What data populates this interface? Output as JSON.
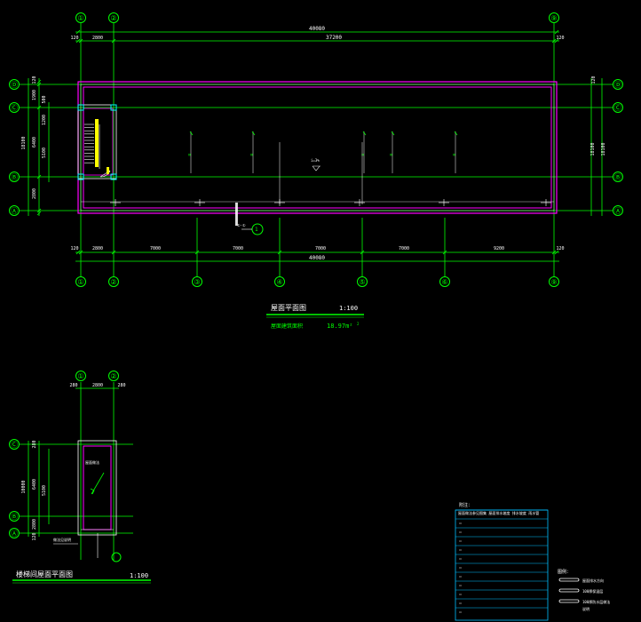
{
  "main_plan": {
    "top_axes": [
      "①",
      "②",
      "⑨"
    ],
    "bottom_axes": [
      "①",
      "②",
      "③",
      "④",
      "⑤",
      "⑥",
      "⑨"
    ],
    "row_axes": [
      "Ⓓ",
      "Ⓒ",
      "Ⓑ",
      "Ⓐ"
    ],
    "top_overall": "40080",
    "top_dims": [
      "120",
      "2800",
      "37200",
      "120"
    ],
    "bottom_overall": "40080",
    "bottom_dims": [
      "120",
      "2800",
      "7000",
      "7000",
      "7000",
      "7000",
      "9200",
      "120"
    ],
    "left_total": "18100",
    "left_dims_a": [
      "120",
      "1900",
      "6400",
      "2800"
    ],
    "left_dims_b": [
      "500",
      "1200",
      "5100"
    ],
    "right_dims": [
      "120",
      "18100",
      "18100"
    ],
    "title": "屋面平面图",
    "scale": "1:100",
    "area_label": "屋面建筑面积",
    "area_value": "18.97m²",
    "area_note": "2",
    "slope_note": "i=3%",
    "section_mark": "①-①",
    "detail_note": "1"
  },
  "stair_plan": {
    "top_axes": [
      "①",
      "②"
    ],
    "row_axes": [
      "Ⓒ",
      "Ⓑ",
      "Ⓐ"
    ],
    "top_dims": [
      "280",
      "2800",
      "280"
    ],
    "left_total": "10000",
    "left_dims_a": [
      "280",
      "6400",
      "2800",
      "120"
    ],
    "left_dims_b": [
      "5100"
    ],
    "title": "楼梯间屋面平面图",
    "scale": "1:100",
    "note_lines": [
      "屋面做法",
      "做法见说明"
    ]
  },
  "notes_table": {
    "header": "附注：",
    "first_row": "屋面做法参见图集  屋面排水坡度  排水坡度 雨水管",
    "row_count": 11
  },
  "legend": {
    "title": "图例：",
    "items": [
      "屋面排水方向",
      "100厚保温层",
      "100厚防水层做法"
    ],
    "note": "说明"
  },
  "colors": {
    "axis": "#00ff00",
    "dim": "#00ff00",
    "wall": "#ff00ff",
    "wall_inner": "#ffffff",
    "stair": "#ffff00",
    "text": "#ffffff",
    "table": "#00bfff",
    "column": "#00ffff"
  }
}
